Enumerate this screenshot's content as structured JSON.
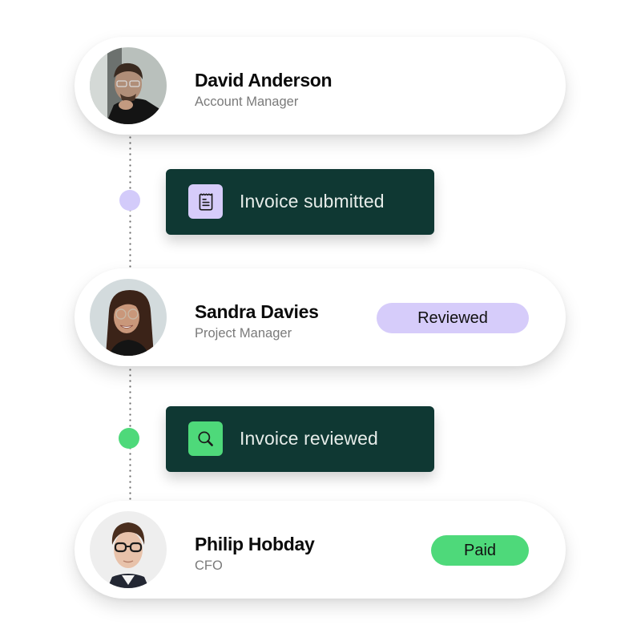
{
  "colors": {
    "event_bg": "#0f3833",
    "lavender": "#d6ccfa",
    "green": "#4ed97a",
    "name_text": "#0b0b0b",
    "role_text": "#7a7a7a",
    "event_text": "#e6ece9"
  },
  "people": [
    {
      "name": "David Anderson",
      "role": "Account Manager",
      "avatar": "avatar-david-anderson",
      "badge": null
    },
    {
      "name": "Sandra Davies",
      "role": "Project Manager",
      "avatar": "avatar-sandra-davies",
      "badge": {
        "label": "Reviewed",
        "color": "#d6ccfa"
      }
    },
    {
      "name": "Philip Hobday",
      "role": "CFO",
      "avatar": "avatar-philip-hobday",
      "badge": {
        "label": "Paid",
        "color": "#4ed97a"
      }
    }
  ],
  "events": [
    {
      "label": "Invoice submitted",
      "icon": "receipt-icon",
      "icon_bg": "#d6ccfa",
      "dot_color": "#d3cbfa"
    },
    {
      "label": "Invoice reviewed",
      "icon": "search-icon",
      "icon_bg": "#4ed97a",
      "dot_color": "#4ed97a"
    }
  ]
}
